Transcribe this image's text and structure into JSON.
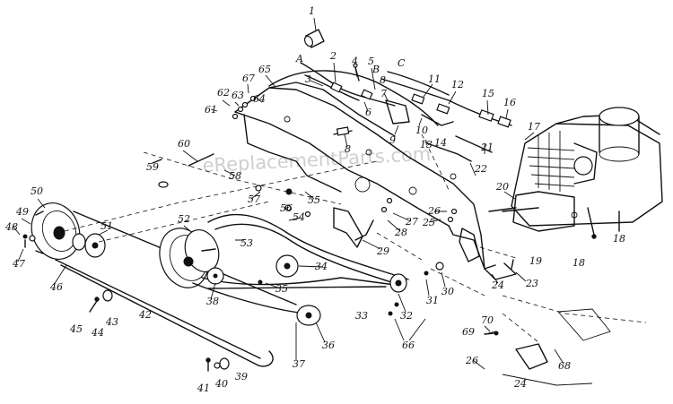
{
  "watermark": "eReplacementParts.com",
  "callouts": [
    "1",
    "2",
    "3",
    "4",
    "5",
    "6",
    "7",
    "8",
    "9",
    "10",
    "11",
    "12",
    "13",
    "14",
    "15",
    "16",
    "17",
    "18",
    "19",
    "20",
    "21",
    "22",
    "23",
    "24",
    "25",
    "26",
    "27",
    "28",
    "29",
    "30",
    "31",
    "32",
    "33",
    "34",
    "35",
    "36",
    "37",
    "38",
    "39",
    "40",
    "41",
    "42",
    "43",
    "44",
    "45",
    "46",
    "47",
    "48",
    "49",
    "50",
    "51",
    "52",
    "53",
    "54",
    "55",
    "56",
    "57",
    "58",
    "59",
    "60",
    "61",
    "62",
    "63",
    "64",
    "65",
    "66",
    "67",
    "68",
    "69",
    "70"
  ],
  "letters": [
    "A",
    "B",
    "C"
  ]
}
